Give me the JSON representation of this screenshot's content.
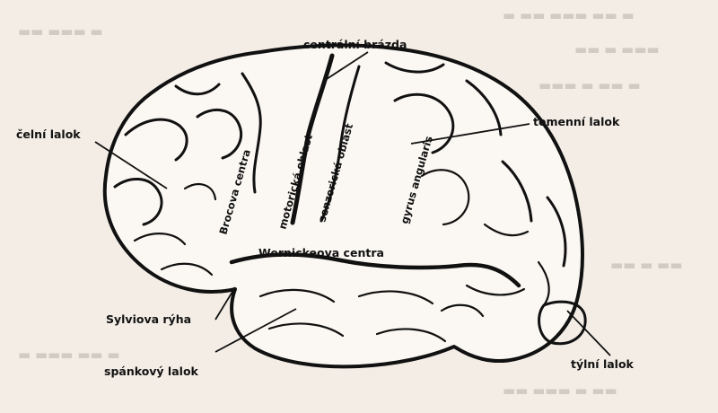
{
  "labels": {
    "central_sulcus": "centrální brázda",
    "frontal_lobe": "čelní lalok",
    "parietal_lobe": "temenní lalok",
    "broca": "Brocova centra",
    "motor_area": "motorická oblast",
    "sensory_area": "senzorická oblast",
    "gyrus_angularis": "gyrus angularis",
    "wernicke": "Wernickeova centra",
    "sylvian_fissure": "Sylviova rýha",
    "temporal_lobe": "spánkový lalok",
    "occipital_lobe": "týlní lalok"
  },
  "colors": {
    "paper": "#f3ede6",
    "ink": "#111111",
    "bleed_through": "#b9b0a8"
  }
}
